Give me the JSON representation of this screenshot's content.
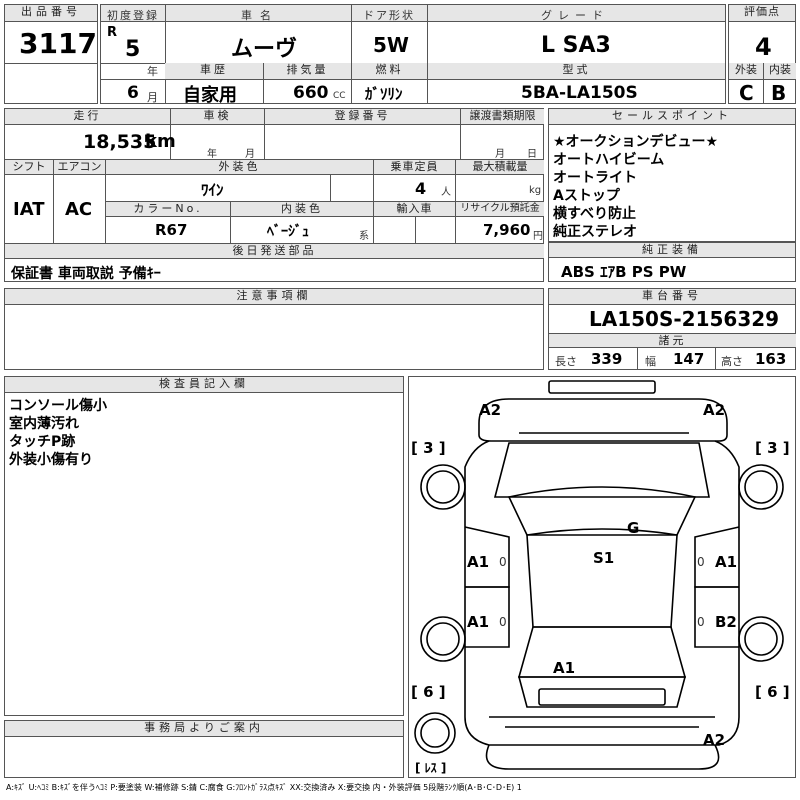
{
  "header": {
    "lot_label": "出品番号",
    "lot_value": "3117",
    "first_reg_label": "初度登録",
    "era": "R",
    "year_num": "5",
    "year_unit": "年",
    "month_num": "6",
    "month_unit": "月",
    "car_name_label": "車名",
    "car_name": "ムーヴ",
    "door_label": "ドア形状",
    "door": "5W",
    "grade_label": "グレード",
    "grade": "L SA3",
    "score_label": "評価点",
    "score": "4",
    "history_label": "車歴",
    "history": "自家用",
    "displacement_label": "排気量",
    "displacement": "660",
    "displacement_unit": "CC",
    "fuel_label": "燃料",
    "fuel": "ｶﾞｿﾘﾝ",
    "model_label": "型式",
    "model": "5BA-LA150S",
    "exterior_label": "外装",
    "interior_label": "内装",
    "exterior_grade": "C",
    "interior_grade": "B"
  },
  "row2": {
    "mileage_label": "走行",
    "mileage": "18,535",
    "mileage_unit": "km",
    "inspection_label": "車検",
    "insp_year_unit": "年",
    "insp_month_unit": "月",
    "reg_no_label": "登録番号",
    "transfer_label": "譲渡書類期限",
    "transfer_month_unit": "月",
    "transfer_day_unit": "日",
    "shift_label": "シフト",
    "shift": "IAT",
    "ac_label": "エアコン",
    "ac": "AC",
    "color_label": "外装色",
    "color": "ﾜｲﾝ",
    "capacity_label": "乗車定員",
    "capacity": "4",
    "capacity_unit": "人",
    "load_label": "最大積載量",
    "load_unit": "kg",
    "color_no_label": "カラーNo.",
    "color_no": "R67",
    "int_color_label": "内装色",
    "int_color": "ﾍﾞｰｼﾞｭ",
    "int_color_unit": "系",
    "import_label": "輸入車",
    "recycle_label": "リサイクル預託金",
    "recycle": "7,960",
    "recycle_unit": "円",
    "later_label": "後日発送部品",
    "later": "保証書 車両取説 予備ｷｰ"
  },
  "sales_points": {
    "label": "セールスポイント",
    "items": [
      "★オークションデビュー★",
      "オートハイビーム",
      "オートライト",
      "Aストップ",
      "横すべり防止",
      "純正ステレオ"
    ]
  },
  "equipment": {
    "label": "純正装備",
    "value": "ABS ｴｱB PS PW"
  },
  "notes": {
    "label": "注意事項欄"
  },
  "chassis": {
    "label": "車台番号",
    "value": "LA150S-2156329",
    "spec_label": "諸元",
    "length_label": "長さ",
    "length": "339",
    "width_label": "幅",
    "width": "147",
    "height_label": "高さ",
    "height": "163"
  },
  "inspector": {
    "label": "検査員記入欄",
    "lines": [
      "コンソール傷小",
      "室内薄汚れ",
      "タッチP跡",
      "外装小傷有り"
    ]
  },
  "office": {
    "label": "事務局よりご案内"
  },
  "diagram_marks": {
    "front_left": "A2",
    "front_right": "A2",
    "tire_fl": "[ 3 ]",
    "tire_fr": "[ 3 ]",
    "windshield": "G",
    "roof": "S1",
    "door_fl": "A1",
    "door_fr": "A1",
    "door_rl": "A1",
    "door_rr": "B2",
    "trunk": "A1",
    "tire_rl": "[ 6 ]",
    "tire_rr": "[ 6 ]",
    "rear": "A2",
    "spare": "[ ﾚｽ ]",
    "zero_fl": "0",
    "zero_fr": "0",
    "zero_rl": "0",
    "zero_rr": "0"
  },
  "legend": "A:ｷｽﾞ U:ﾍｺﾐ B:ｷｽﾞを伴うﾍｺﾐ P:要塗装 W:補修跡 S:錆 C:腐食 G:ﾌﾛﾝﾄｶﾞﾗｽ点ｷｽﾞ XX:交換済み X:要交換 内・外装評価 5段階ﾗﾝｸ順(A･B･C･D･E) 1"
}
